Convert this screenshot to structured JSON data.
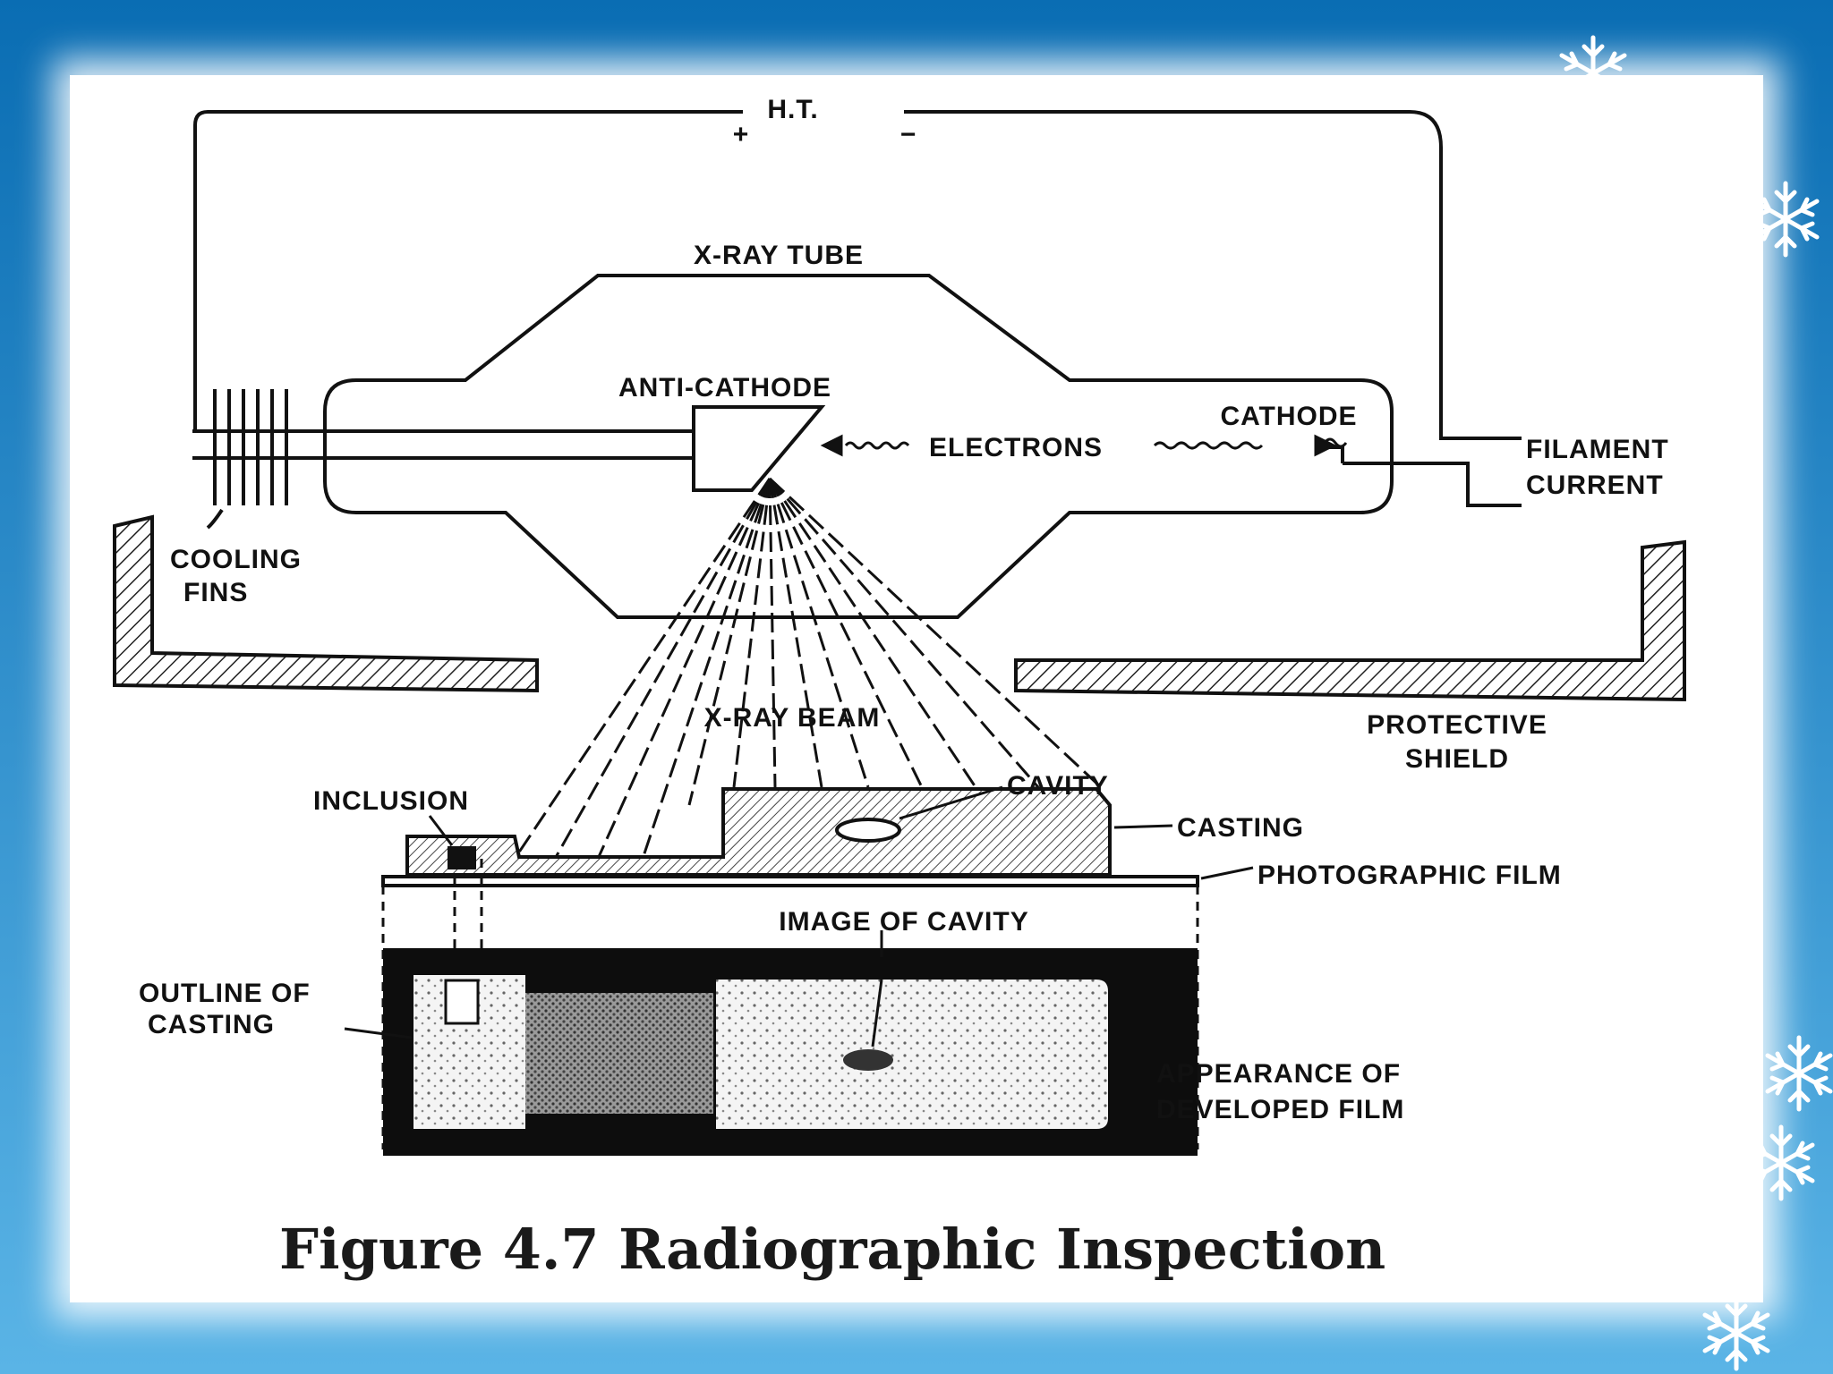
{
  "figure": {
    "caption": "Figure 4.7 Radiographic Inspection",
    "labels": {
      "ht": "H.T.",
      "ht_plus": "+",
      "ht_minus": "−",
      "xray_tube": "X-RAY TUBE",
      "anti_cathode": "ANTI-CATHODE",
      "cathode": "CATHODE",
      "electrons": "ELECTRONS",
      "filament_current_1": "FILAMENT",
      "filament_current_2": "CURRENT",
      "cooling_fins_1": "COOLING",
      "cooling_fins_2": "FINS",
      "xray_beam": "X-RAY BEAM",
      "protective_shield_1": "PROTECTIVE",
      "protective_shield_2": "SHIELD",
      "inclusion": "INCLUSION",
      "cavity": "CAVITY",
      "casting": "CASTING",
      "photographic_film": "PHOTOGRAPHIC FILM",
      "image_of_cavity": "IMAGE OF CAVITY",
      "outline_of_casting_1": "OUTLINE OF",
      "outline_of_casting_2": "CASTING",
      "appearance_1": "APPEARANCE OF",
      "appearance_2": "DEVELOPED FILM"
    }
  },
  "theme": {
    "background_top": "#0a6db3",
    "background_bottom": "#5ab4e6",
    "ink": "#111111"
  }
}
